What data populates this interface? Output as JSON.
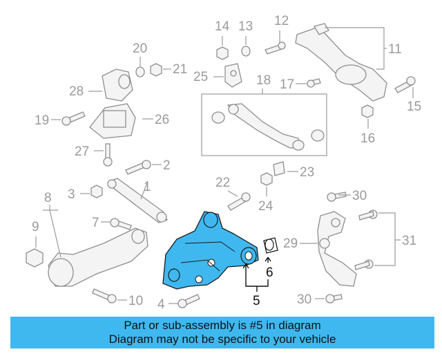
{
  "diagram": {
    "callouts": {
      "c1": "1",
      "c2": "2",
      "c3": "3",
      "c4": "4",
      "c5": "5",
      "c6": "6",
      "c7": "7",
      "c8": "8",
      "c9": "9",
      "c10": "10",
      "c11": "11",
      "c12": "12",
      "c13": "13",
      "c14": "14",
      "c15": "15",
      "c16": "16",
      "c17": "17",
      "c18": "18",
      "c19": "19",
      "c20": "20",
      "c21": "21",
      "c22": "22",
      "c23": "23",
      "c24": "24",
      "c25": "25",
      "c26": "26",
      "c27": "27",
      "c28": "28",
      "c29": "29",
      "c30a": "30",
      "c30b": "30",
      "c31": "31"
    },
    "colors": {
      "highlight": "#3fb8f0",
      "faded": "#9a9a9a",
      "active": "#111111"
    }
  },
  "banner": {
    "line1": "Part or sub-assembly is #5 in diagram",
    "line2": "Diagram may not be specific to your vehicle"
  }
}
